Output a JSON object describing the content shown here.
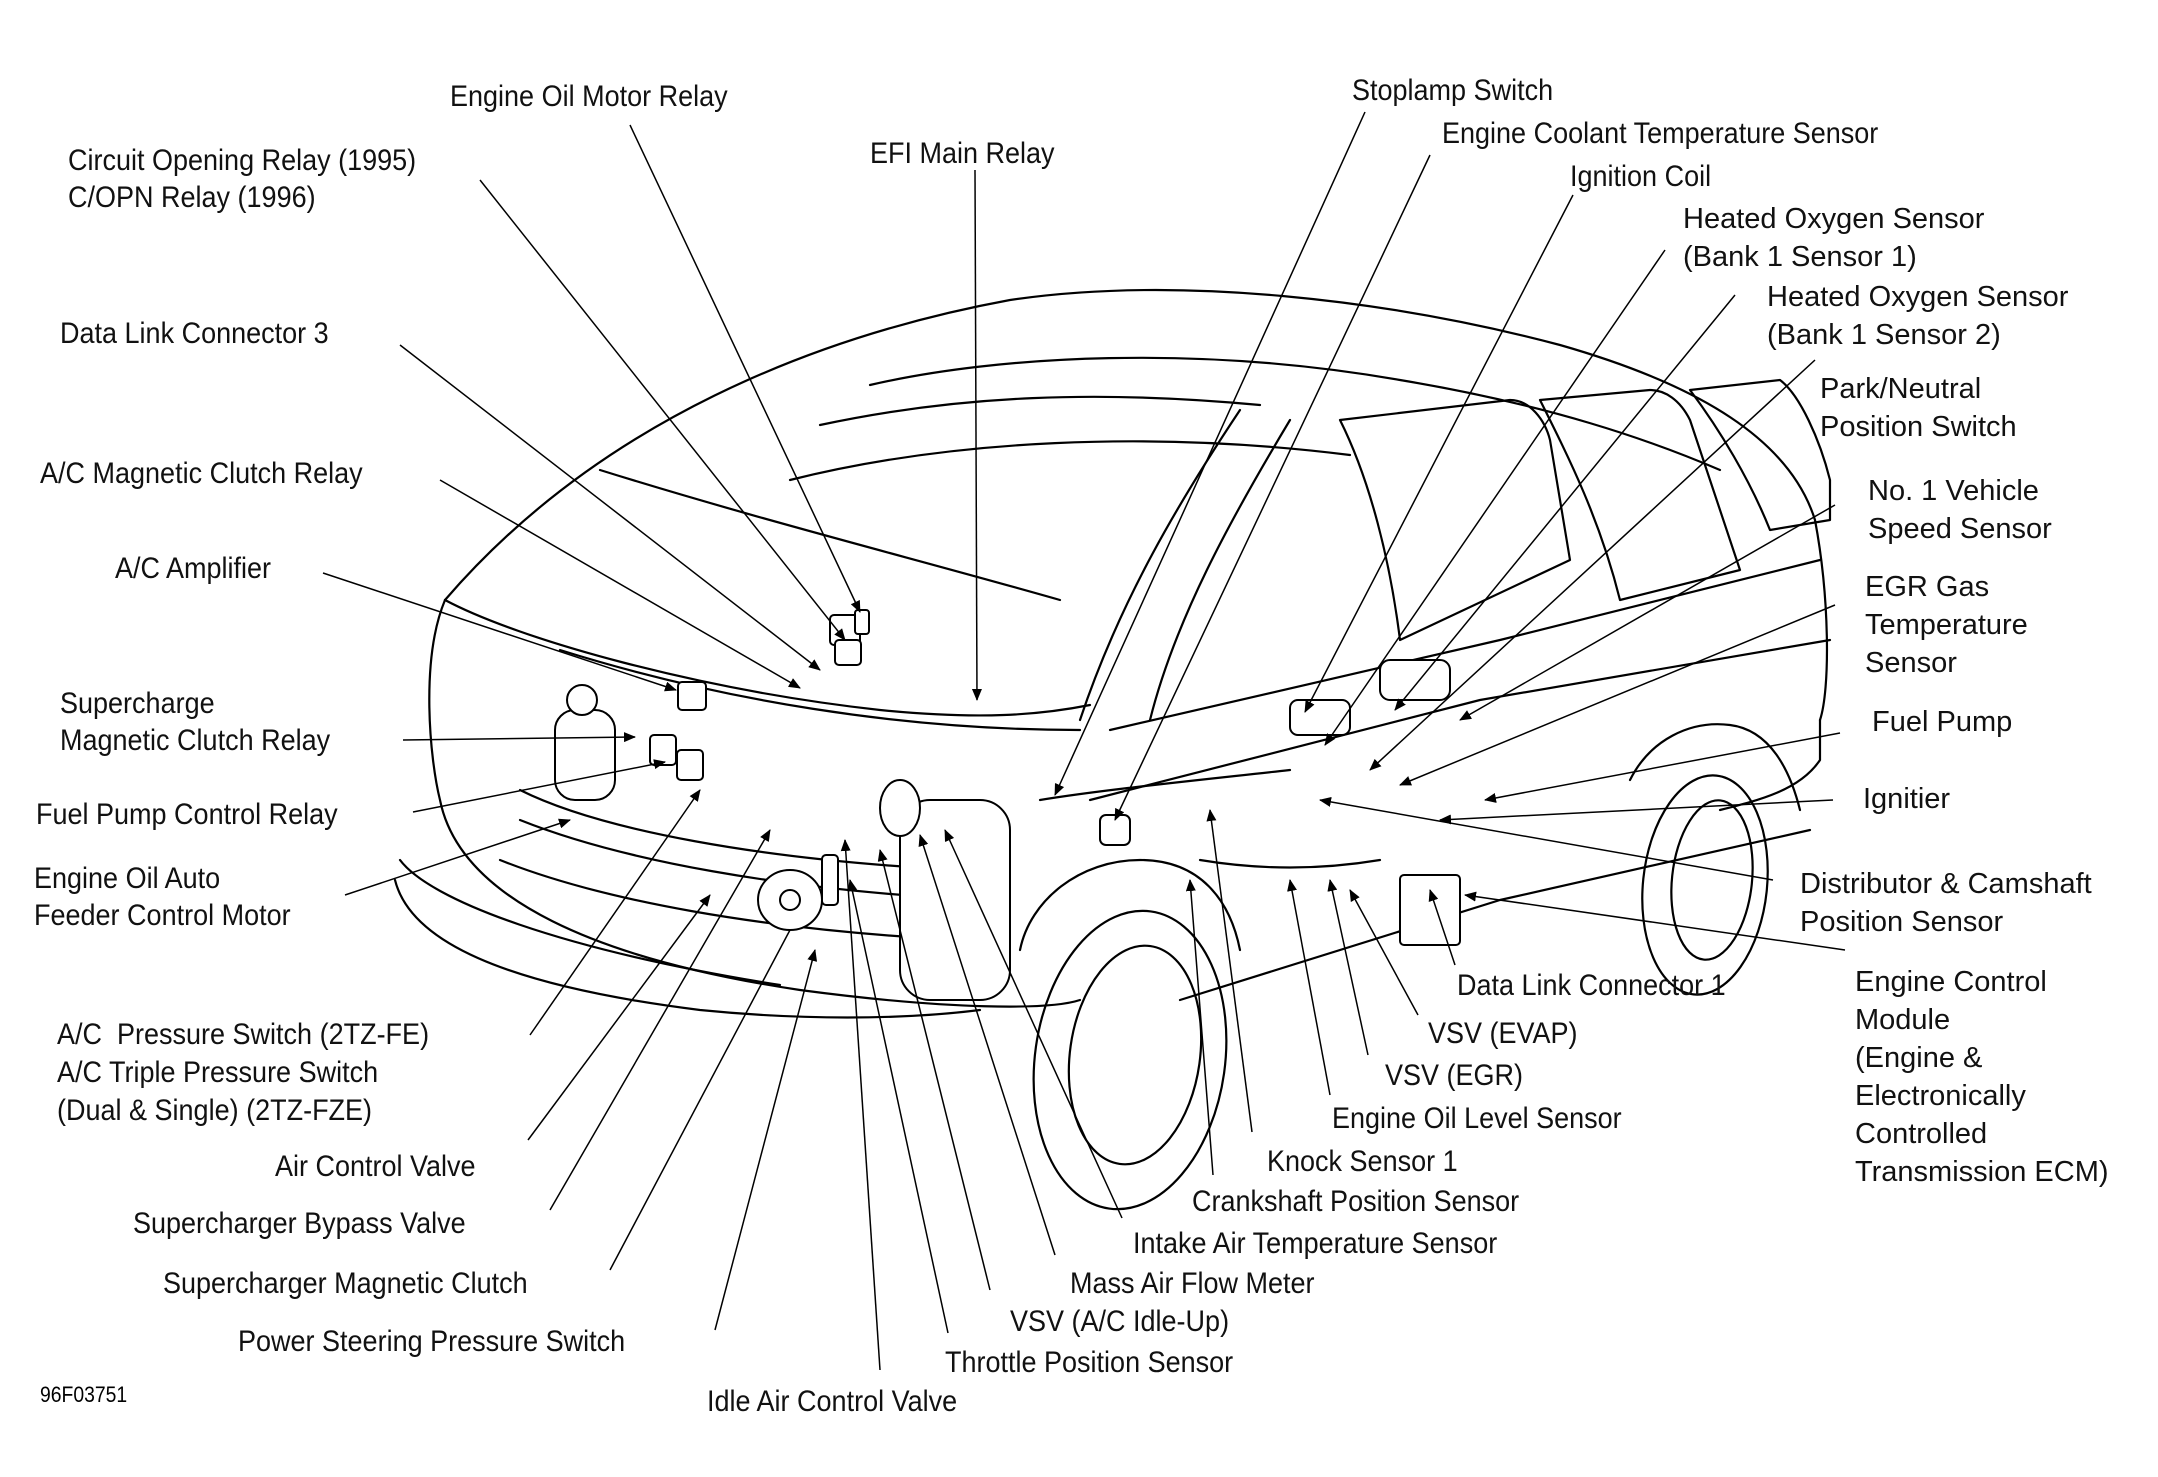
{
  "figure_code": "96F03751",
  "labels": {
    "engine_oil_motor_relay": "Engine Oil Motor Relay",
    "circuit_opening_relay": "Circuit Opening Relay (1995)\nC/OPN Relay (1996)",
    "efi_main_relay": "EFI Main Relay",
    "data_link_connector_3": "Data Link Connector 3",
    "ac_magnetic_clutch_relay": "A/C Magnetic Clutch Relay",
    "ac_amplifier": "A/C Amplifier",
    "supercharge_magnetic_clutch_relay": "Supercharge\nMagnetic Clutch Relay",
    "fuel_pump_control_relay": "Fuel Pump Control Relay",
    "engine_oil_auto_feeder": "Engine Oil Auto\nFeeder Control Motor",
    "ac_pressure_switch": "A/C  Pressure Switch (2TZ-FE)\nA/C Triple Pressure Switch\n(Dual & Single) (2TZ-FZE)",
    "air_control_valve": "Air Control Valve",
    "supercharger_bypass_valve": "Supercharger Bypass Valve",
    "supercharger_magnetic_clutch": "Supercharger Magnetic Clutch",
    "power_steering_pressure_switch": "Power Steering Pressure Switch",
    "idle_air_control_valve": "Idle Air Control Valve",
    "throttle_position_sensor": "Throttle Position Sensor",
    "vsv_ac_idle_up": "VSV (A/C Idle-Up)",
    "mass_air_flow_meter": "Mass Air Flow Meter",
    "intake_air_temperature_sensor": "Intake Air Temperature Sensor",
    "crankshaft_position_sensor": "Crankshaft Position Sensor",
    "knock_sensor_1": "Knock Sensor 1",
    "engine_oil_level_sensor": "Engine Oil Level Sensor",
    "vsv_egr": "VSV (EGR)",
    "vsv_evap": "VSV (EVAP)",
    "data_link_connector_1": "Data Link Connector 1",
    "engine_control_module": "Engine Control\nModule\n(Engine &\nElectronically\nControlled\nTransmission ECM)",
    "distributor_camshaft_sensor": "Distributor & Camshaft\nPosition Sensor",
    "ignitier": "Ignitier",
    "fuel_pump": "Fuel Pump",
    "egr_gas_temperature_sensor": "EGR Gas\nTemperature\nSensor",
    "no1_vehicle_speed_sensor": "No. 1 Vehicle\nSpeed Sensor",
    "park_neutral_position_switch": "Park/Neutral\nPosition Switch",
    "heated_oxygen_sensor_b1s2": "Heated Oxygen Sensor\n(Bank 1 Sensor 2)",
    "heated_oxygen_sensor_b1s1": "Heated Oxygen Sensor\n(Bank 1 Sensor 1)",
    "ignition_coil": "Ignition Coil",
    "engine_coolant_temperature_sensor": "Engine Coolant Temperature Sensor",
    "stoplamp_switch": "Stoplamp Switch"
  }
}
